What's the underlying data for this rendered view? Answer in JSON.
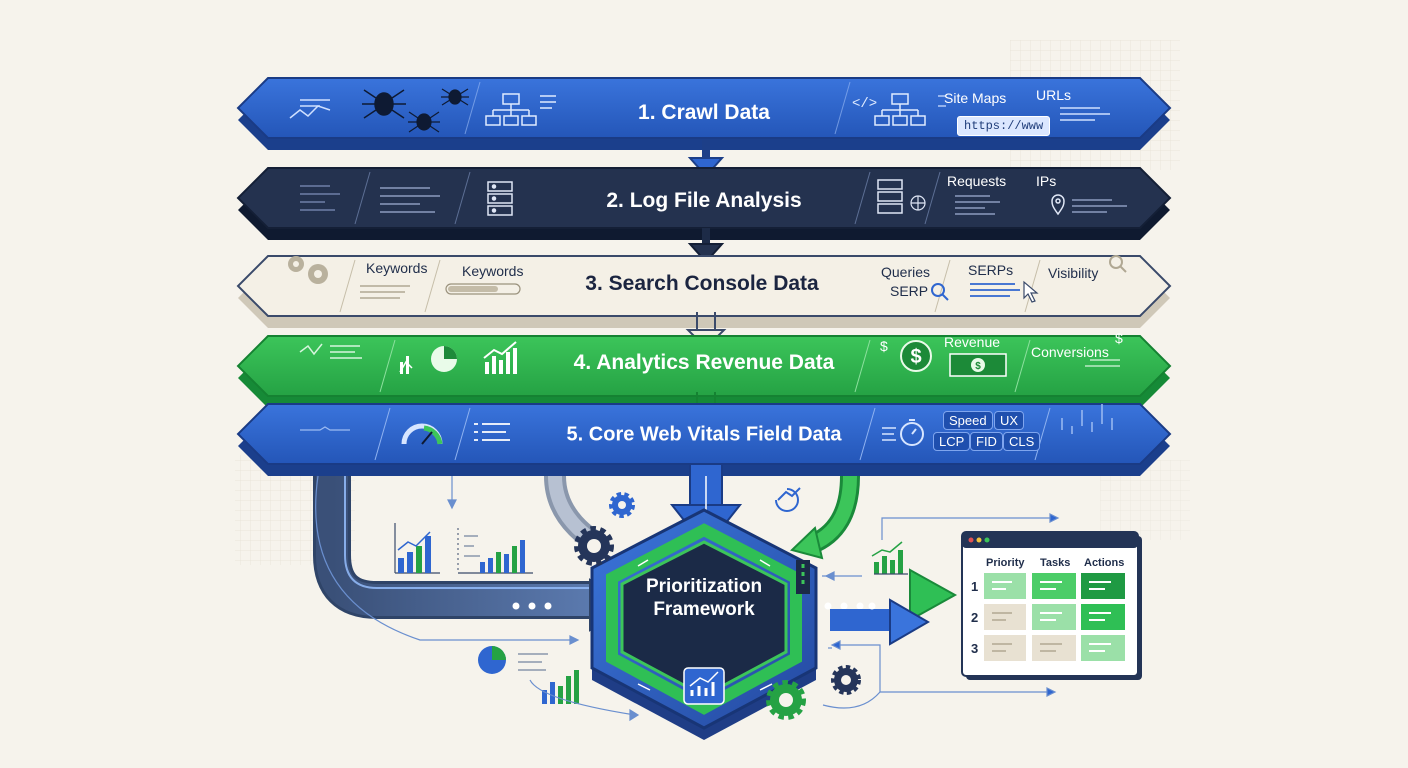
{
  "layers": [
    {
      "id": 1,
      "title": "1. Crawl Data",
      "tags": [
        "Site Maps",
        "URLs"
      ],
      "chip": "https://www",
      "icons": [
        "spider-icon",
        "sitemap-icon",
        "code-icon"
      ]
    },
    {
      "id": 2,
      "title": "2. Log File Analysis",
      "tags": [
        "Requests",
        "IPs"
      ],
      "icons": [
        "server-icon",
        "globe-icon",
        "location-pin-icon"
      ]
    },
    {
      "id": 3,
      "title": "3. Search Console Data",
      "tags": [
        "Keywords",
        "Keywords",
        "Queries",
        "SERP",
        "SERPs",
        "Visibility"
      ],
      "icons": [
        "gear-icon",
        "search-icon",
        "cursor-icon"
      ]
    },
    {
      "id": 4,
      "title": "4. Analytics Revenue Data",
      "tags": [
        "Revenue",
        "Conversions"
      ],
      "icons": [
        "bar-chart-icon",
        "pie-chart-icon",
        "dollar-icon",
        "banknote-icon"
      ]
    },
    {
      "id": 5,
      "title": "5. Core Web Vitals Field Data",
      "chips": [
        "Speed",
        "UX",
        "LCP",
        "FID",
        "CLS"
      ],
      "icons": [
        "gauge-icon",
        "stopwatch-icon"
      ]
    }
  ],
  "hub": {
    "title_line1": "Prioritization",
    "title_line2": "Framework"
  },
  "table": {
    "headers": [
      "Priority",
      "Tasks",
      "Actions"
    ],
    "rows": [
      "1",
      "2",
      "3"
    ]
  },
  "colors": {
    "blue": "#2f66d0",
    "navy": "#1e2e4a",
    "cream": "#f3efe6",
    "green": "#2db34a",
    "accent_green": "#25a244",
    "background": "#f6f3ec"
  }
}
